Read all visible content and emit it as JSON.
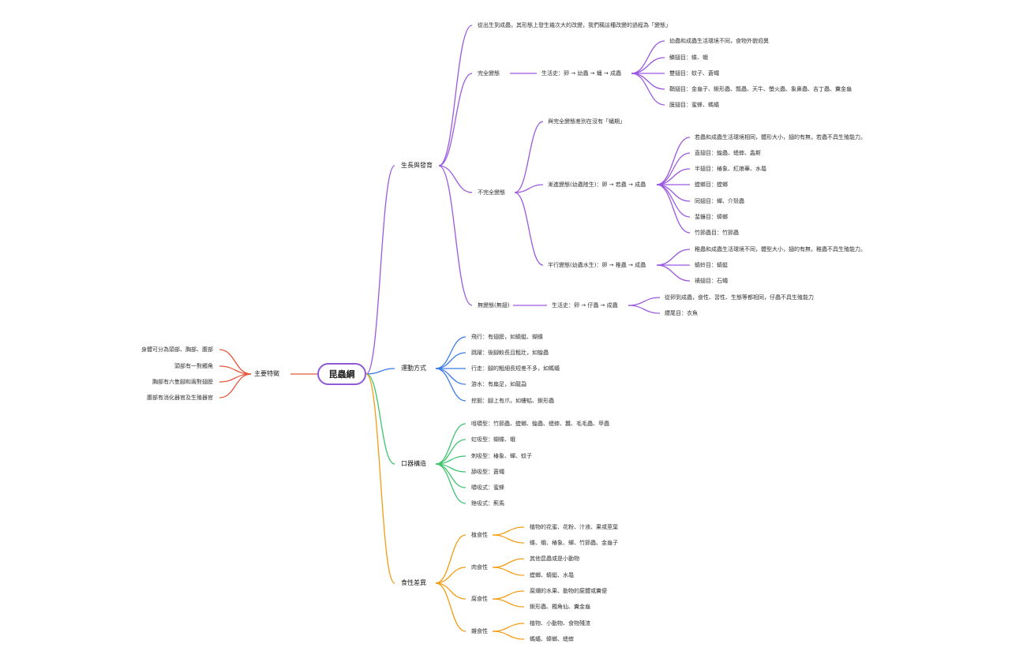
{
  "root": "昆蟲綱",
  "colors": {
    "purple": "#9b59e0",
    "blue": "#3b7be8",
    "green": "#3ec46d",
    "orange": "#f39c12",
    "red": "#e8533a"
  },
  "main": {
    "label": "主要特徵",
    "items": [
      "身體可分為頭部、胸部、腹部",
      "頭部有一對觸角",
      "胸部有六隻腳和兩對翅膀",
      "腹部有消化器官及生殖器官"
    ]
  },
  "growth": {
    "label": "生長與發育",
    "intro": "從出生到成蟲，其形態上發生幾次大的改變，我們稱這種改變的過程為「變態」",
    "complete": {
      "label": "完全變態",
      "cycle": "生活史：卵 → 幼蟲 → 蛹 → 成蟲",
      "items": [
        "幼蟲和成蟲生活環境不同，食物外貌迥異",
        "鱗翅目：蝶、蛾",
        "雙翅目：蚊子、蒼蠅",
        "鞘翅目：金龜子、鍬形蟲、瓢蟲、天牛、螢火蟲、象鼻蟲、吉丁蟲、糞金龜",
        "膜翅目：蜜蜂、螞蟻"
      ]
    },
    "incomplete": {
      "label": "不完全變態",
      "note": "與完全變態差別在沒有「蛹期」",
      "gradual": {
        "label": "漸進變態(幼蟲陸生)：卵 → 若蟲 → 成蟲",
        "items": [
          "若蟲和成蟲生活環境相同，體形大小，翅的有無，若蟲不具生殖能力。",
          "直翅目：蝗蟲、蟋蟀、螽斯",
          "半翅目：椿象、紅娘華、水黽",
          "螳螂目：螳螂",
          "同翅目：蟬、介殼蟲",
          "蜚蠊目：蟑螂",
          "竹節蟲目：竹節蟲"
        ]
      },
      "hemi": {
        "label": "半行變態(幼蟲水生)：卵 → 稚蟲 → 成蟲",
        "items": [
          "稚蟲和成蟲生活環境不同，體型大小，翅的有無，稚蟲不具生殖能力。",
          "蜻蛉目：蜻蜓",
          "襀翅目：石蠅"
        ]
      }
    },
    "ameta": {
      "label": "無變態(無翅)",
      "cycle": "生活史：卵 → 仔蟲 → 成蟲",
      "items": [
        "從卵到成蟲，食性、習性、生態等都相同，仔蟲不具生殖能力",
        "纓尾目：衣魚"
      ]
    }
  },
  "movement": {
    "label": "運動方式",
    "items": [
      "飛行：有翅膀，如蜻蜓、蝴蝶",
      "跳躍：後腳較長且粗壯，如蝗蟲",
      "行走：腳的粗細長短差不多，如螞蟻",
      "游水：有扁足，如龍蝨",
      "挖掘：腳上有爪，如螻蛄、鍬形蟲"
    ]
  },
  "mouth": {
    "label": "口器構造",
    "items": [
      "咀嚼型：竹節蟲、螳螂、蝗蟲、蟋蟀、蠶、毛毛蟲、甲蟲",
      "虹吸型：蝴蝶、蛾",
      "刺吸型：椿象、蟬、蚊子",
      "舔吸型：蒼蠅",
      "嚼吸式：蜜蜂",
      "銼吸式：薊馬"
    ]
  },
  "diet": {
    "label": "食性差異",
    "groups": [
      {
        "label": "植食性",
        "items": [
          "植物的花蜜、花粉、汁液、果或莖葉",
          "蝶、蛾、椿象、蟬、竹節蟲、金龜子"
        ]
      },
      {
        "label": "肉食性",
        "items": [
          "其他昆蟲或是小動物",
          "螳螂、蜻蜓、水黽"
        ]
      },
      {
        "label": "腐食性",
        "items": [
          "腐爛的水果、動物的屍體或糞便",
          "鍬形蟲、獨角仙、糞金龜"
        ]
      },
      {
        "label": "雜食性",
        "items": [
          "植物、小動物、食物殘渣",
          "螞蟻、蟑螂、蟋蟀"
        ]
      }
    ]
  }
}
